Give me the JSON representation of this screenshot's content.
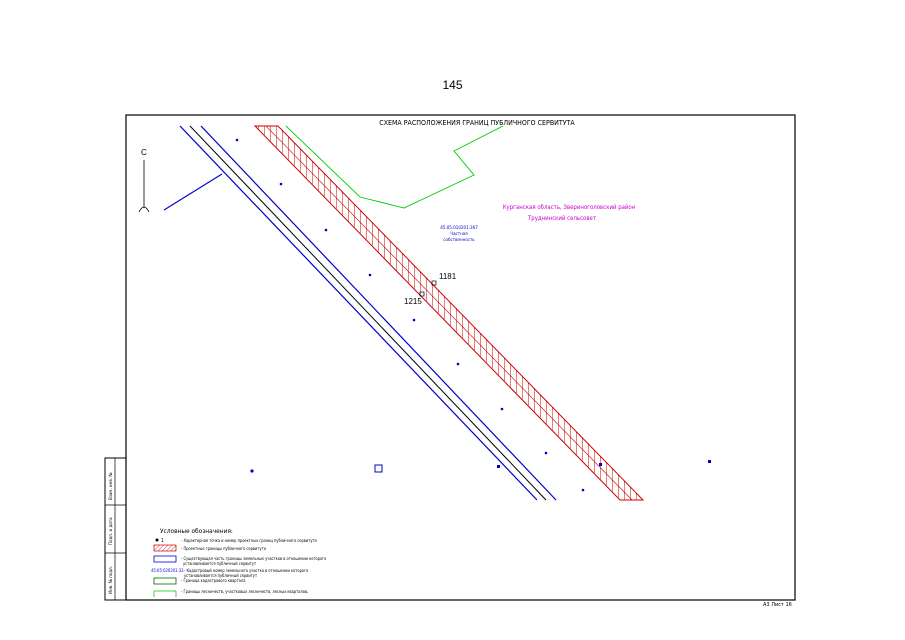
{
  "page_number": "145",
  "map": {
    "title": "СХЕМА РАСПОЛОЖЕНИЯ ГРАНИЦ ПУБЛИЧНОГО СЕРВИТУТА",
    "north_arrow_letter": "С",
    "region": {
      "line1": "Курганская область, Звериноголовский район",
      "line2": "Труднинский сельсовет",
      "color": "#cc00cc"
    },
    "parcel": {
      "number": "45:05:010201:367",
      "ownership_line1": "Частная",
      "ownership_line2": "собственность",
      "color": "#0000cc"
    },
    "points": [
      {
        "label": "1181"
      },
      {
        "label": "1215"
      }
    ],
    "colors": {
      "easement_hatch": "#cc0000",
      "parcel_boundary": "#0000cc",
      "forest_boundary": "#00cc00",
      "frame": "#000000"
    }
  },
  "stamp": {
    "cells": [
      "Взам. инв. №",
      "Подп. и дата",
      "Инв. № подл."
    ]
  },
  "legend": {
    "title": "Условные обозначения:",
    "items": [
      {
        "symbol_text": "1",
        "text": "- Характерная точка и номер проектных границ публичного сервитута"
      },
      {
        "text": "- Проектные границы публичного сервитута"
      },
      {
        "text_line1": "- Существующая часть границы земельных участков в отношении которого",
        "text_line2": "устанавливается публичный сервитут"
      },
      {
        "symbol_text": "45:05:020201:33",
        "text_line1": "- Кадастровый номер земельного участка в отношении которого",
        "text_line2": "устанавливается публичный сервитут"
      },
      {
        "text": "- Граница кадастрового квартала"
      },
      {
        "text": "- Границы лесничеств, участковых лесничеств, лесных кварталов,"
      }
    ]
  },
  "sheet_label": "А3  Лист 16"
}
